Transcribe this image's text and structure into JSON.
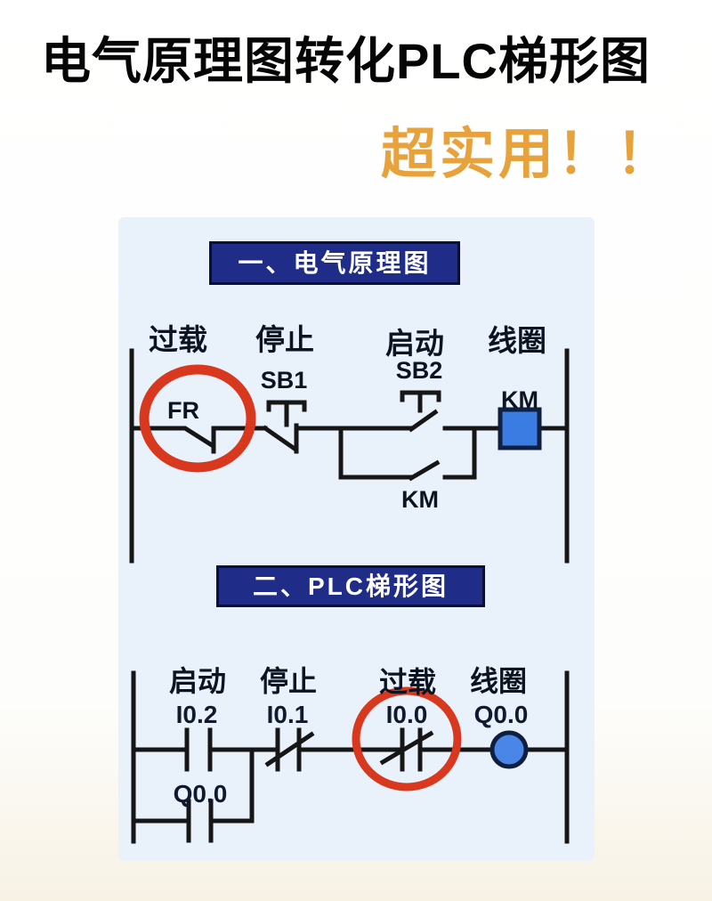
{
  "header": {
    "title": "电气原理图转化PLC梯形图",
    "subtitle": "超实用！！"
  },
  "schematic": {
    "banner": "一、电气原理图",
    "column_labels": {
      "overload": "过载",
      "stop": "停止",
      "start": "启动",
      "coil": "线圈"
    },
    "components": {
      "thermal_relay": "FR",
      "stop_button": "SB1",
      "start_button": "SB2",
      "coil": "KM",
      "latch_contact": "KM"
    }
  },
  "ladder": {
    "banner": "二、PLC梯形图",
    "column_labels": {
      "start": "启动",
      "stop": "停止",
      "overload": "过载",
      "coil": "线圈"
    },
    "addresses": {
      "start": "I0.2",
      "stop": "I0.1",
      "overload": "I0.0",
      "coil": "Q0.0",
      "latch": "Q0.0"
    }
  },
  "colors": {
    "subtitle_orange": "#E8A23C",
    "banner_blue": "#1F2C88",
    "panel_blue": "#E9F2FA",
    "highlight_red": "#D8381E",
    "coil_fill_blue": "#3B7CE2",
    "coil_circle_blue": "#4A86E8",
    "line_black": "#161616"
  }
}
